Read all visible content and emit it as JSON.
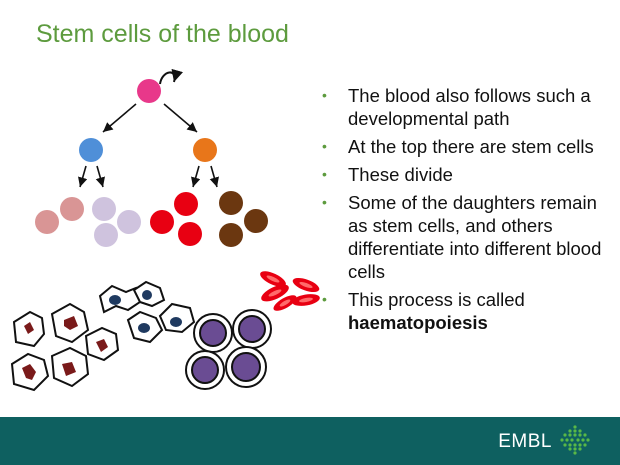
{
  "slide": {
    "title": "Stem cells of the blood",
    "bullets": [
      {
        "text": "The blood also follows such a developmental path",
        "bold": ""
      },
      {
        "text": "At the top there are stem cells",
        "bold": ""
      },
      {
        "text": "These divide",
        "bold": ""
      },
      {
        "text": "Some of the daughters remain as stem cells, and others differentiate into different blood cells",
        "bold": ""
      },
      {
        "text": "This process is called ",
        "bold": "haematopoiesis"
      }
    ]
  },
  "footer": {
    "logo_text": "EMBL"
  },
  "colors": {
    "title": "#5d9b3e",
    "footer_bg": "#0e6060",
    "stem_cell": "#e8388a",
    "progenitor_blue": "#4f8fd8",
    "progenitor_orange": "#e8761a",
    "pink_cells": "#d99595",
    "lavender_cells": "#cfc3de",
    "red_cells": "#e80012",
    "brown_cells": "#6b3710",
    "lymphocyte_fill": "#6a4c93"
  }
}
